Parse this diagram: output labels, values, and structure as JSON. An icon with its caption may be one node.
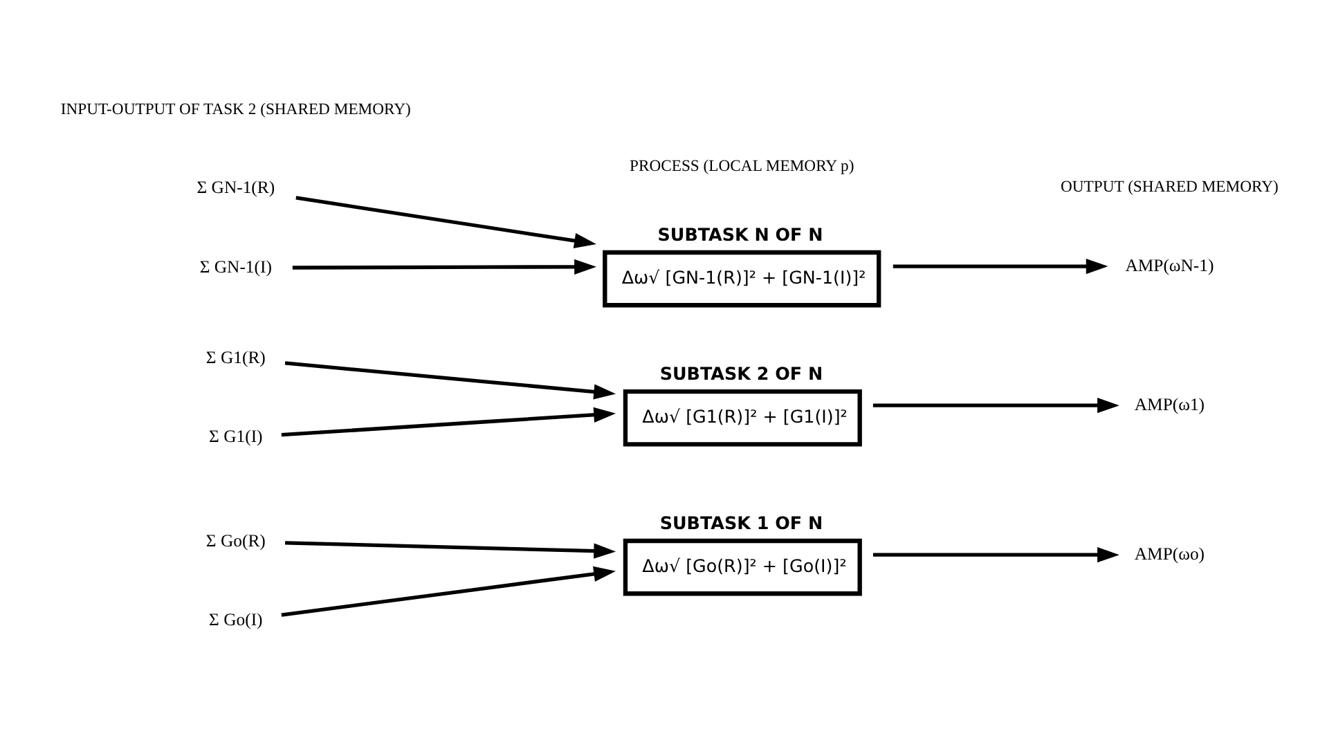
{
  "diagram": {
    "nodes": [
      {
        "text": [
          "Σ Go(R)"
        ]
      },
      {
        "text": [
          "Σ G1(R)"
        ]
      },
      {
        "text": [
          "Σ GN-1(R)"
        ]
      },
      {
        "text": [
          "Σ Go(I)"
        ]
      },
      {
        "text": [
          "Σ G1(I)"
        ]
      },
      {
        "text": [
          "Σ GN-1(I)"
        ]
      },
      {
        "text": [
          "SUBTASK 1 OF N",
          "Δω√ [Go(R)]² + [Go(I)]²"
        ]
      },
      {
        "text": [
          "SUBTASK 2 OF N",
          "Δω√ [G1(R)]² + [G1(I)]²"
        ]
      },
      {
        "text": [
          "SUBTASK N OF N",
          "Δω√ [GN-1(R)]² + [GN-1(I)]²"
        ]
      },
      {
        "text": [
          "AMP(ωo)"
        ]
      },
      {
        "text": [
          "AMP(ω1)"
        ]
      },
      {
        "text": [
          "AMP(ωN-1)"
        ]
      }
    ],
    "edges": [
      {
        "from": 0,
        "to": 6,
        "arrow": "to"
      },
      {
        "from": 1,
        "to": 7,
        "arrow": "to"
      },
      {
        "from": 2,
        "to": 8,
        "arrow": "to"
      },
      {
        "from": 3,
        "to": 6,
        "arrow": "to"
      },
      {
        "from": 4,
        "to": 7,
        "arrow": "to"
      },
      {
        "from": 5,
        "to": 8,
        "arrow": "to"
      },
      {
        "from": 6,
        "to": 9,
        "arrow": "to"
      },
      {
        "from": 7,
        "to": 10,
        "arrow": "to"
      },
      {
        "from": 8,
        "to": 11,
        "arrow": "to"
      }
    ],
    "labels": [
      "INPUT-OUTPUT OF TASK 2 (SHARED MEMORY)",
      "PROCESS (LOCAL MEMORY p)",
      "OUTPUT (SHARED MEMORY)"
    ]
  }
}
